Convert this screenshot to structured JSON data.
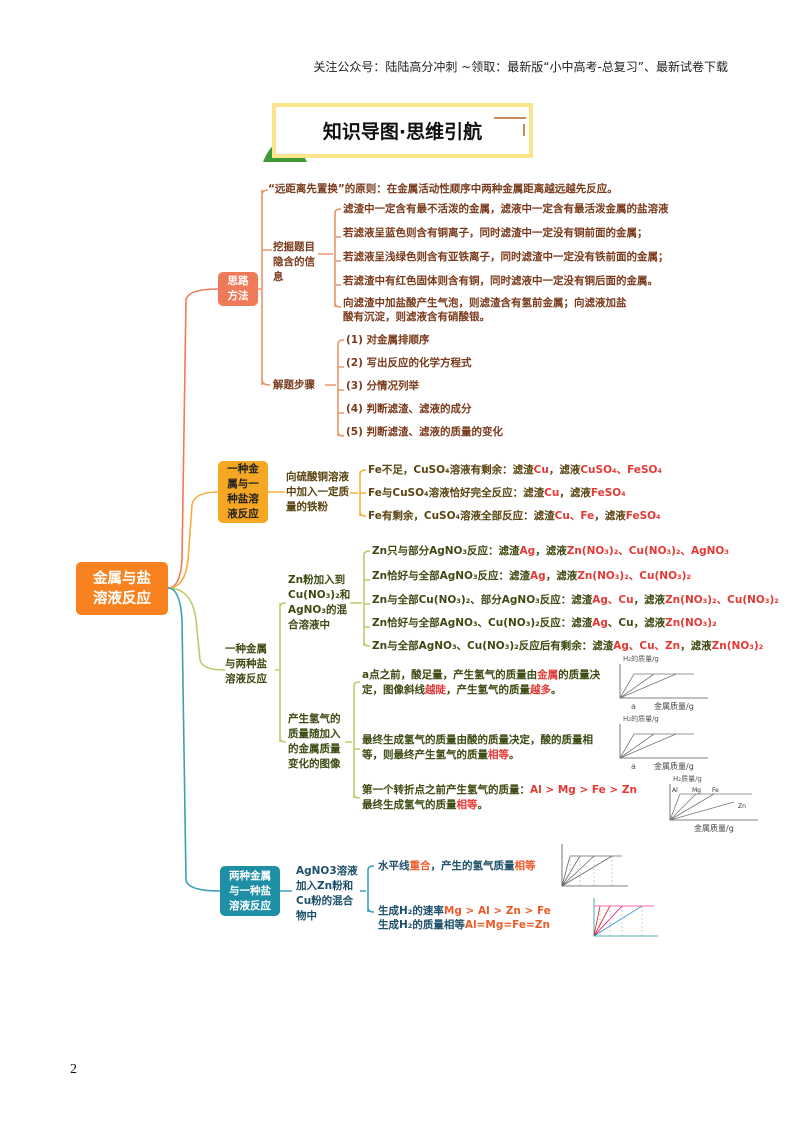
{
  "header": "关注公众号：陆陆高分冲刺 ~领取：最新版“小中高考-总复习”、最新试卷下载",
  "title": "知识导图·思维引航",
  "root": "金属与盐溶液反应",
  "page_number": "2",
  "colors": {
    "root": "#f7821f",
    "branch1": "#ef7a5a",
    "branch2": "#f5a623",
    "branch3": "#b6cf6a",
    "branch4": "#1f8fa6",
    "highlight": "#e53935"
  },
  "sec1": {
    "label": "思路方法",
    "principle": "“远距离先置换”的原则：在金属活动性顺序中两种金属距离越远越先反应。",
    "hidden_label": "挖掘题目隐含的信息",
    "hidden": [
      "滤渣中一定含有最不活泼的金属，滤液中一定含有最活泼金属的盐溶液",
      "若滤液呈蓝色则含有铜离子，同时滤渣中一定没有铜前面的金属；",
      "若滤液呈浅绿色则含有亚铁离子，同时滤渣中一定没有铁前面的金属；",
      "若滤渣中有红色固体则含有铜，同时滤液中一定没有铜后面的金属。",
      "向滤渣中加盐酸产生气泡，则滤渣含有氢前金属；向滤液加盐",
      "酸有沉淀，则滤液含有硝酸银。"
    ],
    "steps_label": "解题步骤",
    "steps": [
      "(1) 对金属排顺序",
      "(2) 写出反应的化学方程式",
      "(3) 分情况列举",
      "(4) 判断滤渣、滤液的成分",
      "(5) 判断滤渣、滤液的质量的变化"
    ]
  },
  "sec2": {
    "label": "一种金属与一种盐溶液反应",
    "condition": "向硫酸铜溶液中加入一定质量的铁粉",
    "items": [
      [
        {
          "t": "Fe不足，CuSO₄溶液有剩余：滤渣"
        },
        {
          "t": "Cu",
          "hl": 1
        },
        {
          "t": "，滤液"
        },
        {
          "t": "CuSO₄、FeSO₄",
          "hl": 1
        }
      ],
      [
        {
          "t": "Fe与CuSO₄溶液恰好完全反应：滤渣"
        },
        {
          "t": "Cu",
          "hl": 1
        },
        {
          "t": "，滤液"
        },
        {
          "t": "FeSO₄",
          "hl": 1
        }
      ],
      [
        {
          "t": "Fe有剩余，CuSO₄溶液全部反应：滤渣"
        },
        {
          "t": "Cu、Fe",
          "hl": 1
        },
        {
          "t": "，滤液"
        },
        {
          "t": "FeSO₄",
          "hl": 1
        }
      ]
    ]
  },
  "sec3": {
    "label": "一种金属与两种盐溶液反应",
    "sub1": "Zn粉加入到Cu(NO₃)₂和AgNO₃的混合溶液中",
    "items1": [
      [
        {
          "t": "Zn只与部分AgNO₃反应：滤渣"
        },
        {
          "t": "Ag",
          "hl": 1
        },
        {
          "t": "，滤液"
        },
        {
          "t": "Zn(NO₃)₂、Cu(NO₃)₂、AgNO₃",
          "hl": 1
        }
      ],
      [
        {
          "t": "Zn恰好与全部AgNO₃反应：滤渣"
        },
        {
          "t": "Ag",
          "hl": 1
        },
        {
          "t": "，滤液"
        },
        {
          "t": "Zn(NO₃)₂、Cu(NO₃)₂",
          "hl": 1
        }
      ],
      [
        {
          "t": "Zn与全部Cu(NO₃)₂、部分AgNO₃反应：滤渣"
        },
        {
          "t": "Ag、Cu",
          "hl": 1
        },
        {
          "t": "，滤液"
        },
        {
          "t": "Zn(NO₃)₂、Cu(NO₃)₂",
          "hl": 1
        }
      ],
      [
        {
          "t": "Zn恰好与全部AgNO₃、Cu(NO₃)₂反应：滤渣"
        },
        {
          "t": "Ag",
          "hl": 1
        },
        {
          "t": "、Cu，滤液"
        },
        {
          "t": "Zn(NO₃)₂",
          "hl": 1
        }
      ],
      [
        {
          "t": "Zn与全部AgNO₃、Cu(NO₃)₂反应后有剩余：滤渣"
        },
        {
          "t": "Ag、Cu、Zn",
          "hl": 1
        },
        {
          "t": "，滤液"
        },
        {
          "t": "Zn(NO₃)₂",
          "hl": 1
        }
      ]
    ],
    "sub2": "产生氢气的质量随加入的金属质量变化的图像",
    "items2": [
      [
        [
          {
            "t": "a点之前，酸足量，产生氢气的质量由"
          },
          {
            "t": "金属",
            "hl": 1
          },
          {
            "t": "的质量决"
          }
        ],
        [
          {
            "t": "定，图像斜线"
          },
          {
            "t": "越陡",
            "hl": 1
          },
          {
            "t": "，产生氢气的质量"
          },
          {
            "t": "越多",
            "hl": 1
          },
          {
            "t": "。"
          }
        ]
      ],
      [
        [
          {
            "t": "最终生成氢气的质量由酸的质量决定，酸的质量相"
          }
        ],
        [
          {
            "t": "等，则最终产生氢气的质量"
          },
          {
            "t": "相等",
            "hl": 1
          },
          {
            "t": "。"
          }
        ]
      ],
      [
        [
          {
            "t": "第一个转折点之前产生氢气的质量："
          },
          {
            "t": "Al > Mg > Fe > Zn",
            "hl": 1
          }
        ],
        [
          {
            "t": "最终生成氢气的质量"
          },
          {
            "t": "相等",
            "hl": 1
          },
          {
            "t": "。"
          }
        ]
      ]
    ],
    "charts": [
      {
        "ylabel": "H₂的质量/g",
        "xlabel": "金属质量/g",
        "point": "a"
      },
      {
        "ylabel": "H₂的质量/g",
        "xlabel": "金属质量/g",
        "point": "a"
      },
      {
        "ylabel": "H₂质量/g",
        "xlabel": "金属质量/g",
        "series": [
          "Al",
          "Mg",
          "Fe",
          "Zn"
        ]
      }
    ]
  },
  "sec4": {
    "label": "两种金属与一种盐溶液反应",
    "condition": "AgNO3溶液加入Zn粉和Cu粉的混合物中",
    "items": [
      [
        [
          {
            "t": "水平线"
          },
          {
            "t": "重合",
            "hl": 1
          },
          {
            "t": "，产生的氢气质量"
          },
          {
            "t": "相等",
            "hl": 1
          }
        ]
      ],
      [
        [
          {
            "t": "生成H₂的速率"
          },
          {
            "t": "Mg > Al > Zn > Fe",
            "hl": 1
          }
        ],
        [
          {
            "t": "生成H₂的质量相等"
          },
          {
            "t": "Al=Mg=Fe=Zn",
            "hl": 1
          }
        ]
      ]
    ]
  }
}
